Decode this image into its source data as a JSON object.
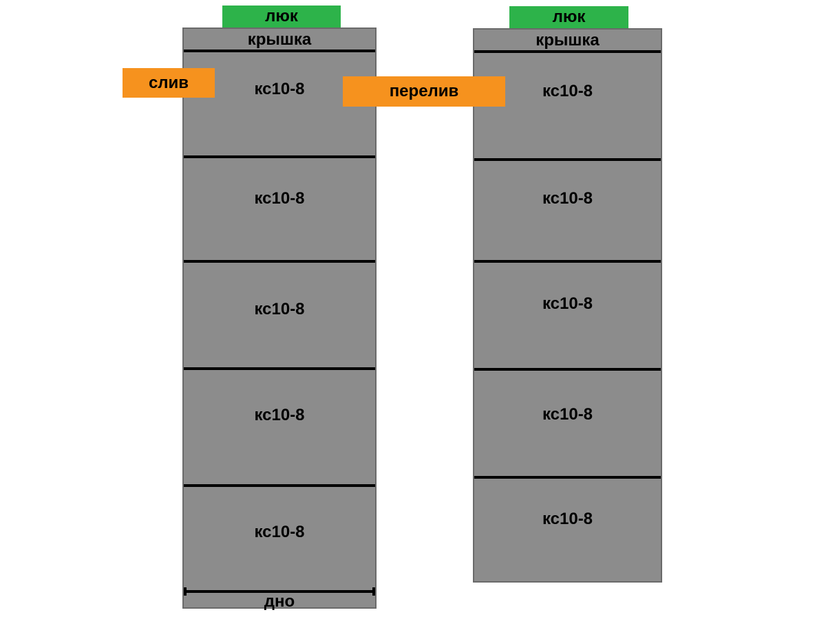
{
  "diagram": {
    "description": "Two-chamber septic tank built from concrete rings",
    "colors": {
      "ring_gray": "#8c8c8c",
      "ring_border": "#6a6a6a",
      "manhole_green": "#2db34a",
      "pipe_orange": "#f6921e",
      "joint_line": "#000000",
      "background": "#ffffff"
    },
    "tanks": [
      {
        "id": "left-tank",
        "hatch": "люк",
        "lid": "крышка",
        "rings": [
          "кс10-8",
          "кс10-8",
          "кс10-8",
          "кс10-8",
          "кс10-8"
        ],
        "bottom": "дно"
      },
      {
        "id": "right-tank",
        "hatch": "люк",
        "lid": "крышка",
        "rings": [
          "кс10-8",
          "кс10-8",
          "кс10-8",
          "кс10-8",
          "кс10-8"
        ]
      }
    ],
    "connections": {
      "drain": "слив",
      "overflow": "перелив"
    }
  }
}
